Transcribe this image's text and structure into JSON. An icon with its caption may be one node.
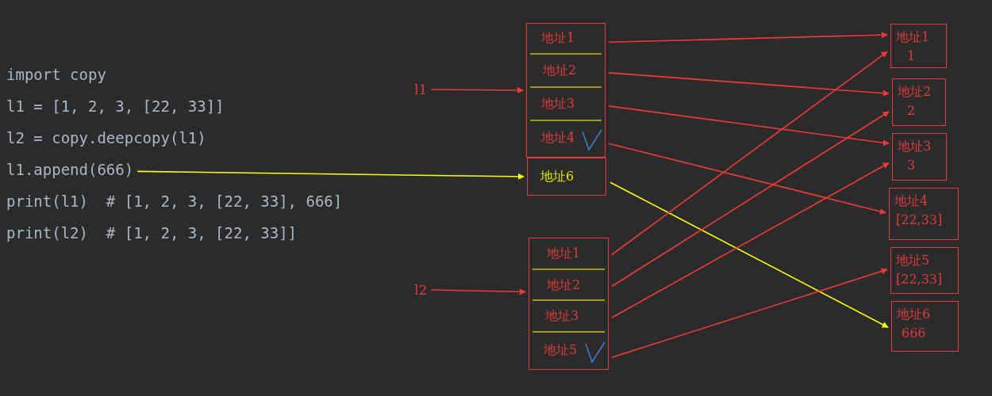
{
  "diagram": {
    "nodes": [
      {
        "text": [
          "l1.append(666)"
        ]
      },
      {
        "text": [
          "l1"
        ]
      },
      {
        "text": [],
        "shape": "box"
      },
      {
        "text": [
          "地址1"
        ],
        "in": 2
      },
      {
        "text": [
          "地址2"
        ],
        "in": 2
      },
      {
        "text": [
          "地址3"
        ],
        "in": 2
      },
      {
        "text": [
          "地址4"
        ],
        "in": 2
      },
      {
        "text": [
          "地址6"
        ]
      },
      {
        "text": [
          "l2"
        ]
      },
      {
        "text": [],
        "shape": "box"
      },
      {
        "text": [
          "地址1"
        ],
        "in": 9
      },
      {
        "text": [
          "地址2"
        ],
        "in": 9
      },
      {
        "text": [
          "地址3"
        ],
        "in": 9
      },
      {
        "text": [
          "地址5"
        ],
        "in": 9
      },
      {
        "text": [
          "地址1",
          "1"
        ]
      },
      {
        "text": [
          "地址2",
          "2"
        ]
      },
      {
        "text": [
          "地址3",
          "3"
        ]
      },
      {
        "text": [
          "地址4",
          "[22,33]"
        ]
      },
      {
        "text": [
          "地址5",
          "[22,33]"
        ]
      },
      {
        "text": [
          "地址6",
          "666"
        ]
      }
    ],
    "edges": [
      {
        "from": 1,
        "to": 2,
        "arrow": "to"
      },
      {
        "from": 0,
        "to": 7,
        "arrow": "to",
        "color": "#ffff00"
      },
      {
        "from": 3,
        "to": 14,
        "arrow": "to"
      },
      {
        "from": 4,
        "to": 15,
        "arrow": "to"
      },
      {
        "from": 5,
        "to": 16,
        "arrow": "to"
      },
      {
        "from": 6,
        "to": 17,
        "arrow": "to"
      },
      {
        "from": 7,
        "to": 19,
        "arrow": "to",
        "color": "#ffff00"
      },
      {
        "from": 10,
        "to": 14,
        "arrow": "to"
      },
      {
        "from": 11,
        "to": 15,
        "arrow": "to"
      },
      {
        "from": 12,
        "to": 16,
        "arrow": "to"
      },
      {
        "from": 13,
        "to": 18,
        "arrow": "to"
      },
      {
        "from": 8,
        "to": 9,
        "arrow": "to"
      }
    ],
    "labels": [
      "import copy",
      "l1 = [1, 2, 3, [22, 33]]",
      "l2 = copy.deepcopy(l1)",
      "print(l1)  # [1, 2, 3, [22, 33], 666]",
      "print(l2)  # [1, 2, 3, [22, 33]]"
    ]
  }
}
